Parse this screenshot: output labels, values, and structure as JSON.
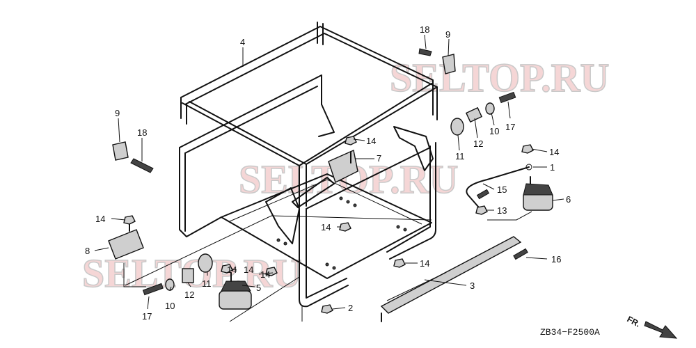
{
  "watermarks": [
    "SELTOP.RU",
    "SELTOP.RU",
    "SELTOP.RU"
  ],
  "diagram_code": "ZB34−F2500A",
  "direction_label": "FR.",
  "callouts": [
    "4",
    "18",
    "9",
    "9",
    "18",
    "14",
    "7",
    "11",
    "12",
    "10",
    "17",
    "14",
    "1",
    "15",
    "6",
    "13",
    "14",
    "8",
    "14",
    "14",
    "11",
    "12",
    "10",
    "17",
    "5",
    "14",
    "14",
    "16",
    "3",
    "14",
    "2"
  ]
}
